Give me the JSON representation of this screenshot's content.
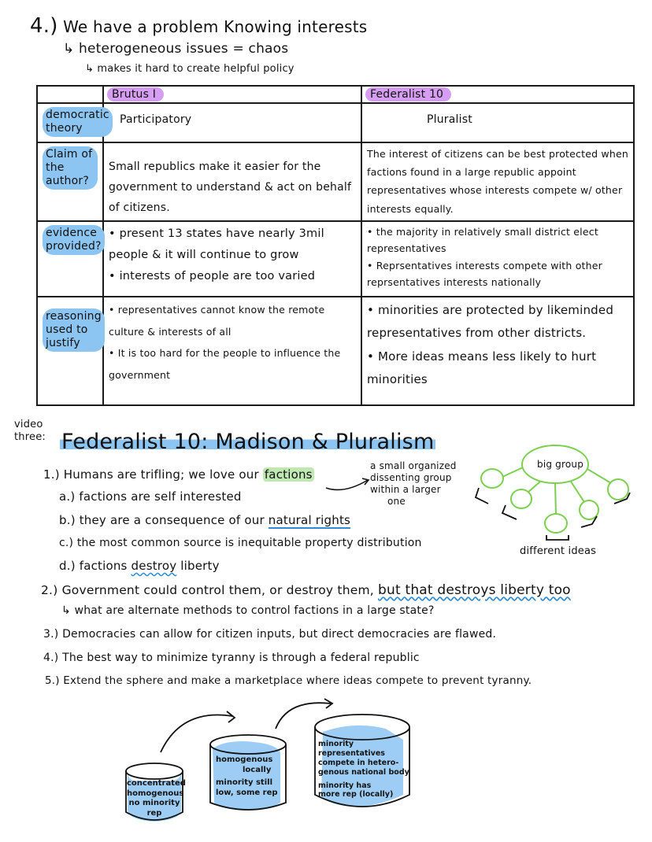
{
  "top_note": {
    "number": "4.)",
    "line1": "We have a problem Knowing interests",
    "line2": "↳ heterogeneous issues = chaos",
    "line3": "↳ makes it hard to create helpful policy"
  },
  "table": {
    "columns": [
      "",
      "Brutus I",
      "Federalist 10"
    ],
    "rows": [
      {
        "label": "democratic theory",
        "brutus": [
          "Participatory"
        ],
        "federalist": [
          "Pluralist"
        ]
      },
      {
        "label": "Claim of the author?",
        "brutus": [
          "Small republics make it easier for the government to understand & act on behalf of citizens."
        ],
        "federalist": [
          "The interest of citizens can be best protected when factions found in a large republic appoint representatives whose interests compete w/ other interests equally."
        ]
      },
      {
        "label": "evidence provided?",
        "brutus": [
          "present 13 states have nearly 3mil people & it will continue to grow",
          "interests of people are too varied"
        ],
        "federalist": [
          "the majority in relatively small district elect representatives",
          "Reprsentatives interests compete with other reprsentatives interests nationally"
        ]
      },
      {
        "label": "reasoning used to justify",
        "brutus": [
          "representatives cannot know the remote culture & interests of all",
          "It is too hard for the people to influence the government"
        ],
        "federalist": [
          "minorities are protected by likeminded representatives from other districts.",
          "More ideas means less likely to hurt minorities"
        ]
      }
    ]
  },
  "section": {
    "video_label": "video three:",
    "title": "Federalist 10: Madison & Pluralism",
    "item1_prefix": "1.) Humans are trifling; we love our",
    "item1_highlight": "factions",
    "definition": [
      "a small organized",
      "dissenting group",
      "within a larger",
      "one"
    ],
    "sub_a": "a.) factions are self interested",
    "sub_b_prefix": "b.) they are a consequence of our",
    "sub_b_underlined": "natural rights",
    "sub_c": "c.) the most common source is inequitable property distribution",
    "sub_d_prefix": "d.) factions",
    "sub_d_wavy": "destroy",
    "sub_d_suffix": "liberty",
    "item2_prefix": "2.) Government could control them, or destroy them,",
    "item2_wavy": "but that destroys liberty too",
    "item2_sub": "↳ what are alternate methods to control factions in a large state?",
    "item3": "3.) Democracies can allow for citizen inputs, but direct democracies are flawed.",
    "item4": "4.) The best way to minimize tyranny is through a federal republic",
    "item5": "5.) Extend the sphere and make a marketplace where ideas compete to prevent tyranny."
  },
  "diagram": {
    "center_label": "big group",
    "caption": "different ideas"
  },
  "cylinders": [
    {
      "lines": [
        "concentrated",
        "homogenous",
        "no minority",
        "rep"
      ]
    },
    {
      "lines": [
        "homogenous",
        "locally",
        "minority still",
        "low, some rep"
      ]
    },
    {
      "lines": [
        "minority representatives",
        "compete in hetero-",
        "genous national body",
        "minority has",
        "more rep (locally)"
      ]
    }
  ],
  "colors": {
    "blue_highlight": "#8cc4f2",
    "purple_highlight": "#d59ef2",
    "green_highlight": "#bfe8b2",
    "green_diagram": "#7ccf4f",
    "underline_blue": "#2e8bd6"
  }
}
